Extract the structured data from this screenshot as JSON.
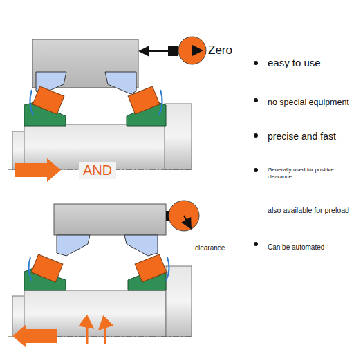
{
  "diagram": {
    "labels": [
      "Zero",
      "AND",
      "clearance",
      "easy to use",
      "no special equipment",
      "precise and fast",
      "Generally used for positive clearance",
      "also available for preload",
      "Can be automated"
    ]
  }
}
